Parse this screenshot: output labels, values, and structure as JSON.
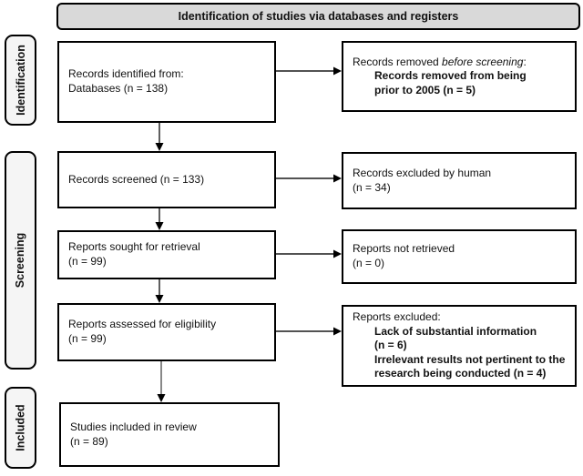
{
  "banner": {
    "title": "Identification of studies via databases and registers"
  },
  "stages": [
    {
      "label": "Identification"
    },
    {
      "label": "Screening"
    },
    {
      "label": "Included"
    }
  ],
  "boxes": {
    "identified": {
      "line1": "Records identified from:",
      "line2": "Databases (n = 138)"
    },
    "removed": {
      "line1_prefix": "Records removed ",
      "line1_italic": "before screening",
      "line1_suffix": ":",
      "sub1": "Records removed from being",
      "sub2": "prior to 2005 (n = 5)"
    },
    "screened": {
      "line1": "Records screened (n = 133)"
    },
    "excluded_by_human": {
      "line1": "Records excluded by human",
      "line2": "(n = 34)"
    },
    "sought": {
      "line1": "Reports sought for retrieval",
      "line2": "(n = 99)"
    },
    "not_retrieved": {
      "line1": "Reports not retrieved",
      "line2": "(n = 0)"
    },
    "assessed": {
      "line1": "Reports assessed for eligibility",
      "line2": "(n = 99)"
    },
    "reports_excluded": {
      "header": "Reports excluded:",
      "sub1": "Lack of substantial information",
      "sub2": "(n = 6)",
      "sub3": "Irrelevant results not pertinent to the",
      "sub4": "research being conducted (n = 4)"
    },
    "included_review": {
      "line1": "Studies included in review",
      "line2": "(n = 89)"
    }
  },
  "colors": {
    "banner_fill": "#d9d9d9",
    "ribbon_fill": "#f5f5f5",
    "box_border": "#000000",
    "arrow": "#1a1a1a"
  }
}
